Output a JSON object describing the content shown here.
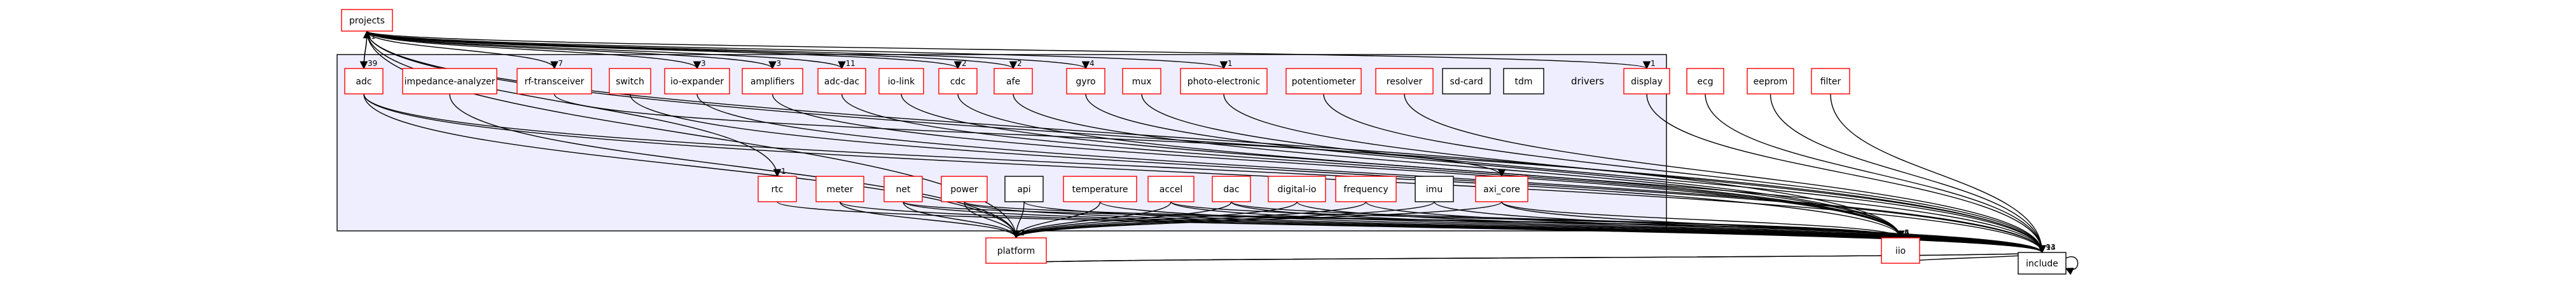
{
  "diagram": {
    "cluster_label": "drivers",
    "nodes": [
      {
        "id": "projects",
        "label": "projects",
        "style": "red"
      },
      {
        "id": "include",
        "label": "include",
        "style": "black"
      },
      {
        "id": "iio",
        "label": "iio",
        "style": "red"
      },
      {
        "id": "platform",
        "label": "platform",
        "style": "red"
      },
      {
        "id": "adc",
        "label": "adc",
        "style": "red"
      },
      {
        "id": "impedance-analyzer",
        "label": "impedance-analyzer",
        "style": "red"
      },
      {
        "id": "rf-transceiver",
        "label": "rf-transceiver",
        "style": "red"
      },
      {
        "id": "switch",
        "label": "switch",
        "style": "red"
      },
      {
        "id": "io-expander",
        "label": "io-expander",
        "style": "red"
      },
      {
        "id": "amplifiers",
        "label": "amplifiers",
        "style": "red"
      },
      {
        "id": "adc-dac",
        "label": "adc-dac",
        "style": "red"
      },
      {
        "id": "io-link",
        "label": "io-link",
        "style": "red"
      },
      {
        "id": "cdc",
        "label": "cdc",
        "style": "red"
      },
      {
        "id": "afe",
        "label": "afe",
        "style": "red"
      },
      {
        "id": "gyro",
        "label": "gyro",
        "style": "red"
      },
      {
        "id": "mux",
        "label": "mux",
        "style": "red"
      },
      {
        "id": "photo-electronic",
        "label": "photo-electronic",
        "style": "red"
      },
      {
        "id": "potentiometer",
        "label": "potentiometer",
        "style": "red"
      },
      {
        "id": "resolver",
        "label": "resolver",
        "style": "red"
      },
      {
        "id": "sd-card",
        "label": "sd-card",
        "style": "black"
      },
      {
        "id": "tdm",
        "label": "tdm",
        "style": "black"
      },
      {
        "id": "display",
        "label": "display",
        "style": "red"
      },
      {
        "id": "ecg",
        "label": "ecg",
        "style": "red"
      },
      {
        "id": "eeprom",
        "label": "eeprom",
        "style": "red"
      },
      {
        "id": "filter",
        "label": "filter",
        "style": "red"
      },
      {
        "id": "rtc",
        "label": "rtc",
        "style": "red"
      },
      {
        "id": "meter",
        "label": "meter",
        "style": "red"
      },
      {
        "id": "net",
        "label": "net",
        "style": "red"
      },
      {
        "id": "power",
        "label": "power",
        "style": "red"
      },
      {
        "id": "api",
        "label": "api",
        "style": "black"
      },
      {
        "id": "temperature",
        "label": "temperature",
        "style": "red"
      },
      {
        "id": "accel",
        "label": "accel",
        "style": "red"
      },
      {
        "id": "dac",
        "label": "dac",
        "style": "red"
      },
      {
        "id": "digital-io",
        "label": "digital-io",
        "style": "red"
      },
      {
        "id": "frequency",
        "label": "frequency",
        "style": "red"
      },
      {
        "id": "imu",
        "label": "imu",
        "style": "black"
      },
      {
        "id": "axi_core",
        "label": "axi_core",
        "style": "red"
      }
    ],
    "edges": [
      {
        "from": "adc",
        "to": "projects",
        "label": "1"
      },
      {
        "from": "projects",
        "to": "adc",
        "label": "39"
      },
      {
        "from": "projects",
        "to": "rf-transceiver",
        "label": "7"
      },
      {
        "from": "projects",
        "to": "io-expander",
        "label": "3"
      },
      {
        "from": "projects",
        "to": "amplifiers",
        "label": "3"
      },
      {
        "from": "projects",
        "to": "adc-dac",
        "label": "11"
      },
      {
        "from": "projects",
        "to": "cdc",
        "label": "2"
      },
      {
        "from": "projects",
        "to": "afe",
        "label": "2"
      },
      {
        "from": "projects",
        "to": "gyro",
        "label": "4"
      },
      {
        "from": "projects",
        "to": "photo-electronic",
        "label": "1"
      },
      {
        "from": "projects",
        "to": "display",
        "label": "1"
      },
      {
        "from": "projects",
        "to": "rtc",
        "label": "1"
      },
      {
        "from": "projects",
        "to": "platform",
        "label": ""
      },
      {
        "from": "projects",
        "to": "iio",
        "label": ""
      },
      {
        "from": "projects",
        "to": "include",
        "label": ""
      },
      {
        "from": "rtc",
        "to": "include",
        "label": ""
      },
      {
        "from": "meter",
        "to": "platform",
        "label": ""
      },
      {
        "from": "net",
        "to": "platform",
        "label": ""
      },
      {
        "from": "power",
        "to": "platform",
        "label": ""
      },
      {
        "from": "api",
        "to": "platform",
        "label": ""
      },
      {
        "from": "temperature",
        "to": "platform",
        "label": ""
      },
      {
        "from": "accel",
        "to": "platform",
        "label": ""
      },
      {
        "from": "dac",
        "to": "platform",
        "label": ""
      },
      {
        "from": "digital-io",
        "to": "platform",
        "label": ""
      },
      {
        "from": "frequency",
        "to": "platform",
        "label": ""
      },
      {
        "from": "imu",
        "to": "platform",
        "label": "1"
      },
      {
        "from": "axi_core",
        "to": "platform",
        "label": "2"
      },
      {
        "from": "axi_core",
        "to": "iio",
        "label": ""
      },
      {
        "from": "platform",
        "to": "include",
        "label": "13"
      },
      {
        "from": "iio",
        "to": "include",
        "label": "14"
      },
      {
        "from": "adc",
        "to": "iio",
        "label": "6"
      },
      {
        "from": "accel",
        "to": "iio",
        "label": "4"
      },
      {
        "from": "dac",
        "to": "iio",
        "label": "2"
      },
      {
        "from": "meter",
        "to": "include",
        "label": ""
      },
      {
        "from": "net",
        "to": "include",
        "label": ""
      },
      {
        "from": "power",
        "to": "include",
        "label": ""
      },
      {
        "from": "temperature",
        "to": "include",
        "label": ""
      },
      {
        "from": "accel",
        "to": "include",
        "label": ""
      },
      {
        "from": "frequency",
        "to": "include",
        "label": ""
      },
      {
        "from": "adc",
        "to": "include",
        "label": "9"
      },
      {
        "from": "filter",
        "to": "include",
        "label": ""
      },
      {
        "from": "display",
        "to": "include",
        "label": ""
      },
      {
        "from": "adc",
        "to": "platform",
        "label": ""
      },
      {
        "from": "rf-transceiver",
        "to": "axi_core",
        "label": ""
      },
      {
        "from": "adc-dac",
        "to": "iio",
        "label": ""
      },
      {
        "from": "gyro",
        "to": "iio",
        "label": ""
      },
      {
        "from": "eeprom",
        "to": "include",
        "label": ""
      },
      {
        "from": "ecg",
        "to": "include",
        "label": ""
      },
      {
        "from": "mux",
        "to": "include",
        "label": ""
      },
      {
        "from": "switch",
        "to": "include",
        "label": ""
      },
      {
        "from": "cdc",
        "to": "include",
        "label": ""
      },
      {
        "from": "afe",
        "to": "iio",
        "label": ""
      },
      {
        "from": "io-expander",
        "to": "include",
        "label": ""
      },
      {
        "from": "amplifiers",
        "to": "iio",
        "label": ""
      },
      {
        "from": "impedance-analyzer",
        "to": "platform",
        "label": ""
      },
      {
        "from": "photo-electronic",
        "to": "include",
        "label": ""
      },
      {
        "from": "potentiometer",
        "to": "include",
        "label": ""
      },
      {
        "from": "resolver",
        "to": "include",
        "label": ""
      },
      {
        "from": "io-link",
        "to": "iio",
        "label": ""
      },
      {
        "from": "net",
        "to": "iio",
        "label": ""
      },
      {
        "from": "power",
        "to": "iio",
        "label": ""
      },
      {
        "from": "dac",
        "to": "include",
        "label": ""
      },
      {
        "from": "digital-io",
        "to": "include",
        "label": ""
      },
      {
        "from": "api",
        "to": "include",
        "label": ""
      },
      {
        "from": "imu",
        "to": "include",
        "label": ""
      },
      {
        "from": "axi_core",
        "to": "include",
        "label": ""
      },
      {
        "from": "include",
        "to": "platform",
        "label": ""
      },
      {
        "from": "include",
        "to": "include",
        "label": ""
      }
    ]
  }
}
